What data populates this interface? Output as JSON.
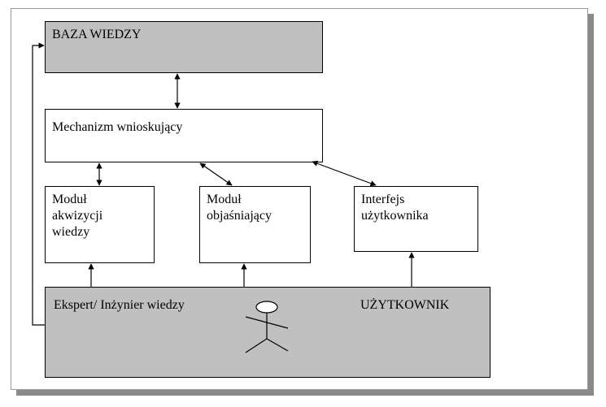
{
  "knowledge_base": "BAZA WIEDZY",
  "inference_engine": "Mechanizm wnioskujący",
  "acquisition_module": [
    "Moduł",
    "akwizycji",
    "wiedzy"
  ],
  "explanation_module": [
    "Moduł",
    "objaśniający"
  ],
  "user_interface": [
    "Interfejs",
    "użytkownika"
  ],
  "expert_label": "Ekspert/ Inżynier wiedzy",
  "user_label": "UŻYTKOWNIK",
  "colors": {
    "grey_box": "#c0c0c0",
    "frame_shadow": "#8a8a8a"
  },
  "icons": [
    "stick-figure-icon"
  ]
}
